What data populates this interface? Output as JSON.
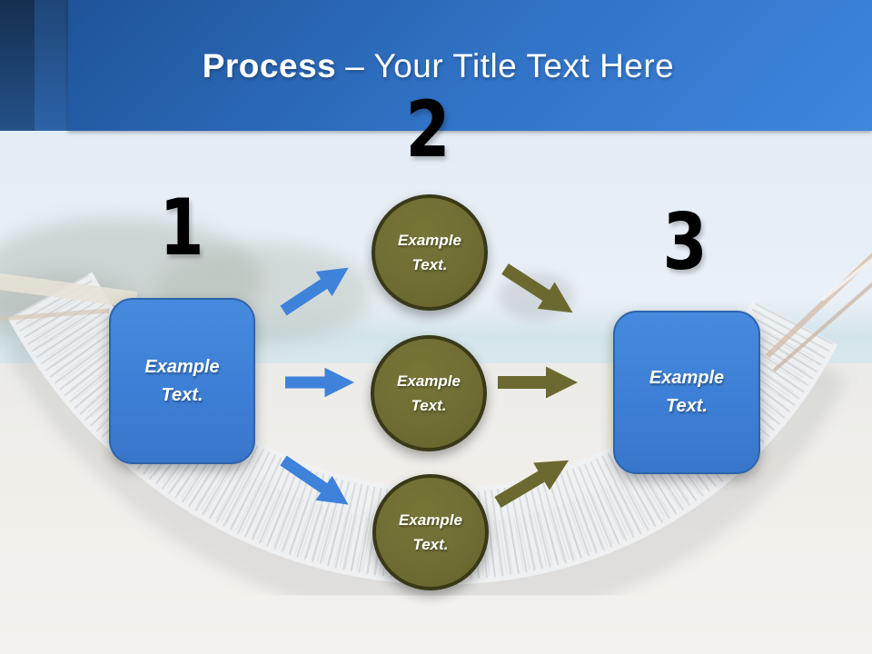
{
  "title": {
    "emphasis": "Process",
    "rest": "– Your Title Text Here"
  },
  "step1": {
    "number": "1",
    "label": "Example Text."
  },
  "step2": {
    "number": "2",
    "circle_labels": [
      "Example Text.",
      "Example Text.",
      "Example Text."
    ]
  },
  "step3": {
    "number": "3",
    "label": "Example Text."
  },
  "colors": {
    "header_blue": "#2f6fc0",
    "accent_strip_dark": "#1a3a60",
    "accent_strip_mid": "#27568f",
    "box_fill": "#3d7fd6",
    "box_border": "#2d64ab",
    "circle_fill": "#6e6c33",
    "circle_border": "#393919",
    "arrow_blue": "#3e82da",
    "arrow_olive": "#6b692f",
    "title_text": "#ffffff",
    "number_text": "#000000"
  }
}
